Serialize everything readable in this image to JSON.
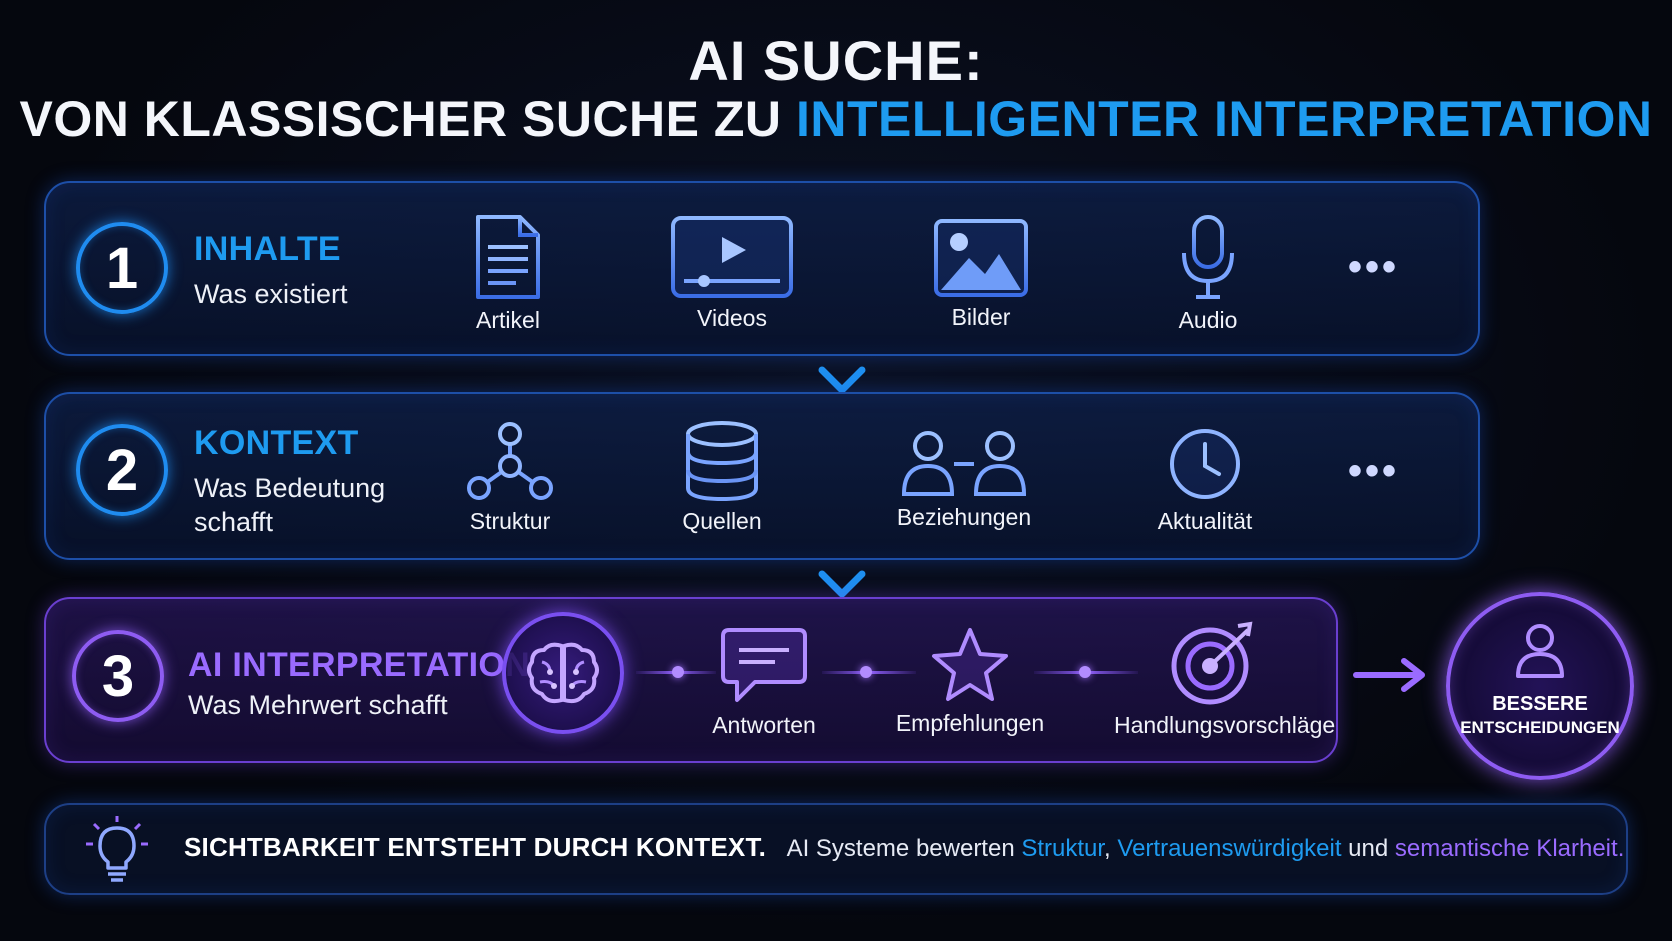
{
  "title": {
    "line1": "AI SUCHE:",
    "line2_prefix": "VON KLASSISCHER SUCHE ZU ",
    "line2_highlight": "INTELLIGENTER INTERPRETATION"
  },
  "colors": {
    "accent_blue": "#1e9bf0",
    "accent_purple": "#9a6bff",
    "background": "#05070e"
  },
  "sections": [
    {
      "number": "1",
      "title": "INHALTE",
      "subtitle": "Was existiert",
      "items": [
        {
          "label": "Artikel",
          "icon": "document-icon"
        },
        {
          "label": "Videos",
          "icon": "video-player-icon"
        },
        {
          "label": "Bilder",
          "icon": "image-icon"
        },
        {
          "label": "Audio",
          "icon": "microphone-icon"
        }
      ],
      "more": "•••"
    },
    {
      "number": "2",
      "title": "KONTEXT",
      "subtitle_line1": "Was Bedeutung",
      "subtitle_line2": "schafft",
      "items": [
        {
          "label": "Struktur",
          "icon": "network-icon"
        },
        {
          "label": "Quellen",
          "icon": "database-icon"
        },
        {
          "label": "Beziehungen",
          "icon": "people-link-icon"
        },
        {
          "label": "Aktualität",
          "icon": "clock-icon"
        }
      ],
      "more": "•••"
    },
    {
      "number": "3",
      "title": "AI INTERPRETATION",
      "subtitle": "Was Mehrwert schafft",
      "items": [
        {
          "label": "Antworten",
          "icon": "chat-bubble-icon"
        },
        {
          "label": "Empfehlungen",
          "icon": "star-icon"
        },
        {
          "label": "Handlungsvorschläge",
          "icon": "target-icon"
        }
      ]
    }
  ],
  "result": {
    "line1": "BESSERE",
    "line2": "ENTSCHEIDUNGEN"
  },
  "footer": {
    "headline": "SICHTBARKEIT ENTSTEHT DURCH KONTEXT.",
    "text_prefix": "AI Systeme bewerten ",
    "term1": "Struktur",
    "sep1": ", ",
    "term2": "Vertrauenswürdigkeit",
    "sep2": " und ",
    "term3": "semantische Klarheit",
    "end": "."
  }
}
